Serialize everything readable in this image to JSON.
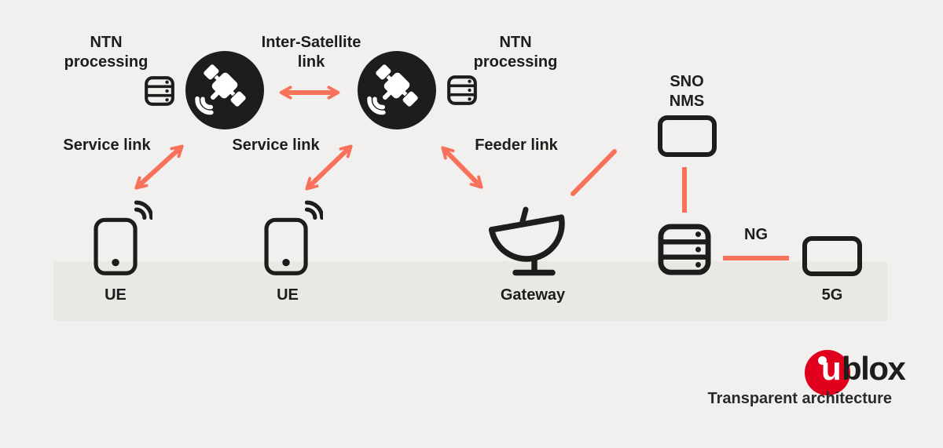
{
  "title": "NTN transparent architecture diagram",
  "colors": {
    "background": "#f1f0ee",
    "ground_band": "#e9e8e5",
    "ink": "#1d1d1b",
    "accent_coral": "#f8715a",
    "logo_red": "#e0001e"
  },
  "labels": {
    "ntn_processing_left": {
      "line1": "NTN",
      "line2": "processing"
    },
    "inter_satellite_link": {
      "line1": "Inter-Satellite",
      "line2": "link"
    },
    "ntn_processing_right": {
      "line1": "NTN",
      "line2": "processing"
    },
    "sno_nms": {
      "line1": "SNO",
      "line2": "NMS"
    },
    "service_link_left": "Service link",
    "service_link_right": "Service link",
    "feeder_link": "Feeder link",
    "ng": "NG",
    "ue_left": "UE",
    "ue_right": "UE",
    "gateway": "Gateway",
    "five_g": "5G"
  },
  "branding": {
    "logo_u": "u",
    "logo_rest": "blox",
    "tagline": "Transparent architecture"
  },
  "icons": {
    "satellite_left": "satellite-icon",
    "satellite_right": "satellite-icon",
    "ntn_server_left": "server-rack-icon",
    "ntn_server_right": "server-rack-icon",
    "core_server": "server-rack-icon",
    "ue_left": "smartphone-wifi-icon",
    "ue_right": "smartphone-wifi-icon",
    "gateway": "satellite-dish-icon",
    "sno_nms": "terminal-box-icon",
    "five_g": "terminal-box-icon"
  }
}
